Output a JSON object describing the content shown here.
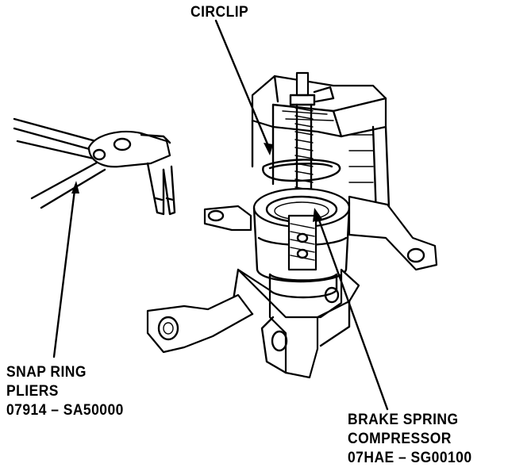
{
  "labels": {
    "circlip": "CIRCLIP",
    "pliers": [
      "SNAP RING",
      "PLIERS",
      "07914 – SA50000"
    ],
    "compressor": [
      "BRAKE SPRING",
      "COMPRESSOR",
      "07HAE – SG00100"
    ]
  },
  "colors": {
    "ink": "#000000",
    "paper": "#ffffff"
  },
  "icons": [
    "arrow-head-icon"
  ]
}
